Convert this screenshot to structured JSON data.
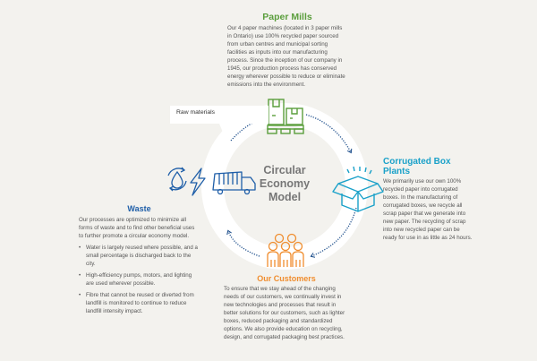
{
  "diagram": {
    "center_label": [
      "Circular",
      "Economy",
      "Model"
    ],
    "raw_materials_label": "Raw materials",
    "colors": {
      "background": "#f3f2ee",
      "ring": "#ffffff",
      "arrows": "#1e4f8c",
      "paper_mills": "#5a9e3c",
      "box_plants": "#1aa1c9",
      "customers": "#f08d2e",
      "waste": "#1e5ea8"
    },
    "icons": {
      "paper_mills": "boxes-on-pallet-icon",
      "box_plants": "open-box-icon",
      "customers": "people-group-icon",
      "waste": [
        "water-recycle-icon",
        "lightning-bolt-icon",
        "garbage-truck-icon"
      ]
    }
  },
  "paper_mills": {
    "title": "Paper Mills",
    "text": "Our 4 paper machines (located in 3 paper mills in Ontario) use 100% recycled paper sourced from urban centres and municipal sorting facilities as inputs into our manufacturing process. Since the inception of our company in 1945, our production process has conserved energy wherever possible to reduce or eliminate emissions into the environment."
  },
  "box_plants": {
    "title": "Corrugated Box Plants",
    "text": "We primarily use our own 100% recycled paper into corrugated boxes. In the manufacturing of corrugated boxes, we recycle all scrap paper that we generate into new paper. The recycling of scrap into new recycled paper can be ready for use in as little as 24 hours."
  },
  "customers": {
    "title": "Our Customers",
    "text": "To ensure that we stay ahead of the changing needs of our customers, we continually invest in new technologies and processes that result in better solutions for our customers, such as lighter boxes, reduced packaging and standardized options. We also provide education on recycling, design, and corrugated packaging best practices."
  },
  "waste": {
    "title": "Waste",
    "text": "Our processes are optimized to minimize all forms of waste and to find other beneficial uses to further promote a circular economy model.",
    "bullets": [
      "Water is largely reused where possible, and a small percentage is discharged back to the city.",
      "High-efficiency pumps, motors, and lighting are used wherever possible.",
      "Fibre that cannot be reused or diverted from landfill is monitored to continue to reduce landfill intensity impact."
    ]
  }
}
